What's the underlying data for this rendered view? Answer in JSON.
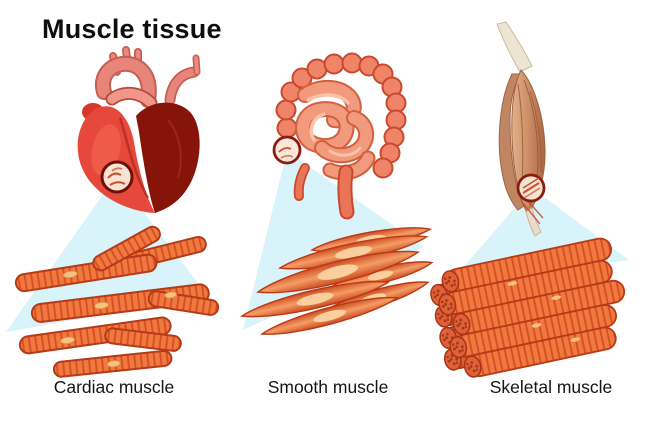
{
  "title": "Muscle tissue",
  "sections": [
    {
      "id": "cardiac",
      "label": "Cardiac muscle",
      "organ": "heart",
      "detail": "branching striated fibers",
      "magnifier": true
    },
    {
      "id": "smooth",
      "label": "Smooth muscle",
      "organ": "intestines",
      "detail": "spindle-shaped cells",
      "magnifier": true
    },
    {
      "id": "skeletal",
      "label": "Skeletal muscle",
      "organ": "arm-muscle",
      "detail": "parallel fiber bundle",
      "magnifier": true
    }
  ],
  "colors": {
    "background": "#ffffff",
    "zoom_cone": "#d9f3fa",
    "fiber_orange": "#f1793f",
    "fiber_stripe": "#d34f24",
    "fiber_outline": "#b53a18",
    "nucleus": "#f7c27c",
    "heart_bright": "#e6483c",
    "heart_dark": "#871409",
    "vessel_pink": "#e8857b",
    "intestine": "#ef8468",
    "intestine_outline": "#c8492d",
    "muscle_tan": "#c98a62",
    "tendon": "#eee4d4",
    "magnifier_ring": "#6d1008",
    "text": "#0e0e0e"
  }
}
